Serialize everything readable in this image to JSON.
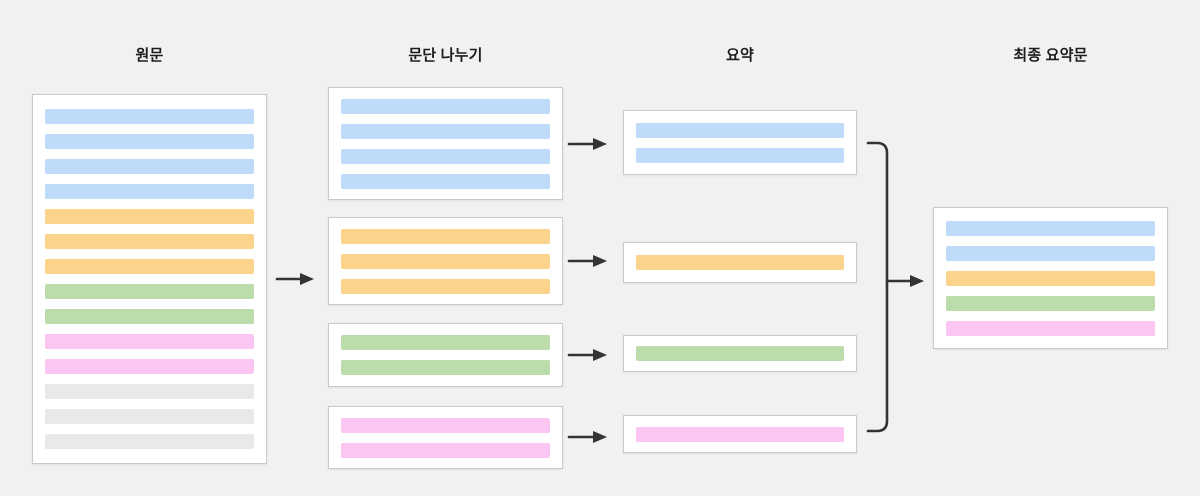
{
  "background_color": "#f1f1f2",
  "arrow_color": "#333333",
  "box_border_color": "#c9c9c9",
  "palette": {
    "blue": "#bedcf9",
    "orange": "#fcd38b",
    "green": "#bcdcab",
    "pink": "#fcc5f2",
    "gray": "#e9e9e9"
  },
  "columns": [
    {
      "id": "source",
      "label": "원문"
    },
    {
      "id": "split",
      "label": "문단 나누기"
    },
    {
      "id": "summary",
      "label": "요약"
    },
    {
      "id": "final",
      "label": "최종 요약문"
    }
  ],
  "source_document": {
    "bars": [
      "blue",
      "blue",
      "blue",
      "blue",
      "orange",
      "orange",
      "orange",
      "green",
      "green",
      "pink",
      "pink",
      "gray",
      "gray",
      "gray"
    ]
  },
  "paragraph_boxes": [
    {
      "bars": [
        "blue",
        "blue",
        "blue",
        "blue"
      ]
    },
    {
      "bars": [
        "orange",
        "orange",
        "orange"
      ]
    },
    {
      "bars": [
        "green",
        "green"
      ]
    },
    {
      "bars": [
        "pink",
        "pink"
      ]
    }
  ],
  "summary_boxes": [
    {
      "bars": [
        "blue",
        "blue"
      ]
    },
    {
      "bars": [
        "orange"
      ]
    },
    {
      "bars": [
        "green"
      ]
    },
    {
      "bars": [
        "pink"
      ]
    }
  ],
  "final_summary": {
    "bars": [
      "blue",
      "blue",
      "orange",
      "green",
      "pink"
    ]
  }
}
